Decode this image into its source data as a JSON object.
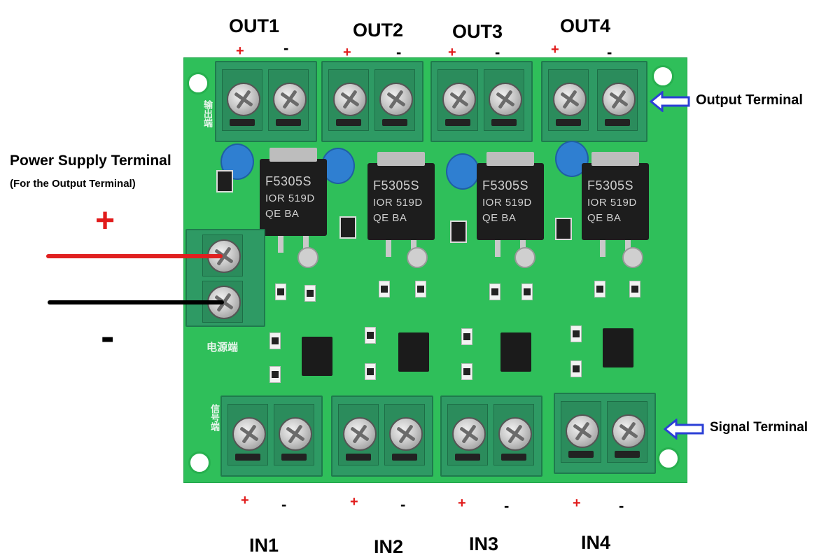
{
  "outputs": [
    {
      "label": "OUT1",
      "plus": "+",
      "minus": "-"
    },
    {
      "label": "OUT2",
      "plus": "+",
      "minus": "-"
    },
    {
      "label": "OUT3",
      "plus": "+",
      "minus": "-"
    },
    {
      "label": "OUT4",
      "plus": "+",
      "minus": "-"
    }
  ],
  "inputs": [
    {
      "label": "IN1",
      "plus": "+",
      "minus": "-"
    },
    {
      "label": "IN2",
      "plus": "+",
      "minus": "-"
    },
    {
      "label": "IN3",
      "plus": "+",
      "minus": "-"
    },
    {
      "label": "IN4",
      "plus": "+",
      "minus": "-"
    }
  ],
  "annotations": {
    "output_terminal": "Output Terminal",
    "signal_terminal": "Signal Terminal",
    "power_supply_title": "Power Supply Terminal",
    "power_supply_subtitle": "(For the Output Terminal)",
    "power_plus": "+",
    "power_minus": "-"
  },
  "board": {
    "mosfet_part_line1": "F5305S",
    "mosfet_part_line2": "IOR 519D",
    "mosfet_part_line3": "QE   BA",
    "silk_output": "输出端",
    "silk_power": "电源端",
    "silk_signal": "信号端"
  },
  "colors": {
    "board": "#2fbf5a",
    "terminal": "#2e9a64",
    "plus_red": "#e11b1b",
    "arrow_blue": "#2b3fd6",
    "wire_red": "#e02020",
    "wire_black": "#000000"
  }
}
